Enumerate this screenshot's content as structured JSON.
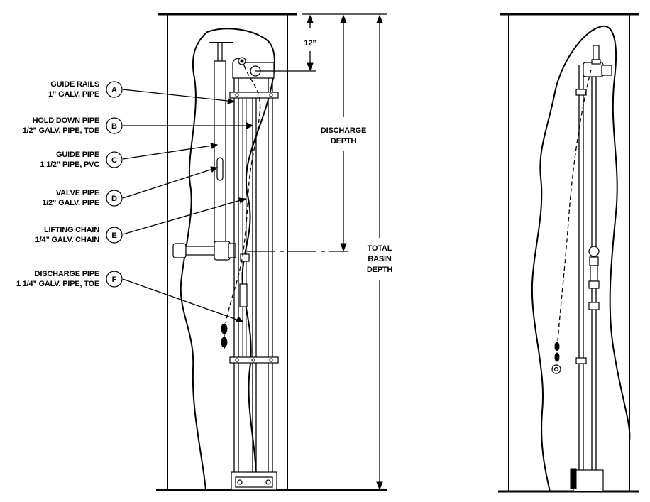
{
  "callouts": [
    {
      "letter": "A",
      "line1": "GUIDE RAILS",
      "line2": "1” GALV. PIPE"
    },
    {
      "letter": "B",
      "line1": "HOLD DOWN PIPE",
      "line2": "1/2” GALV. PIPE, TOE"
    },
    {
      "letter": "C",
      "line1": "GUIDE PIPE",
      "line2": "1 1/2” PIPE, PVC"
    },
    {
      "letter": "D",
      "line1": "VALVE PIPE",
      "line2": "1/2” GALV. PIPE"
    },
    {
      "letter": "E",
      "line1": "LIFTING CHAIN",
      "line2": "1/4” GALV. CHAIN"
    },
    {
      "letter": "F",
      "line1": "DISCHARGE PIPE",
      "line2": "1 1/4” GALV. PIPE, TOE"
    }
  ],
  "dimensions": {
    "top_offset": "12”",
    "discharge_depth": [
      "DISCHARGE",
      "DEPTH"
    ],
    "total_basin_depth": [
      "TOTAL",
      "BASIN",
      "DEPTH"
    ]
  }
}
